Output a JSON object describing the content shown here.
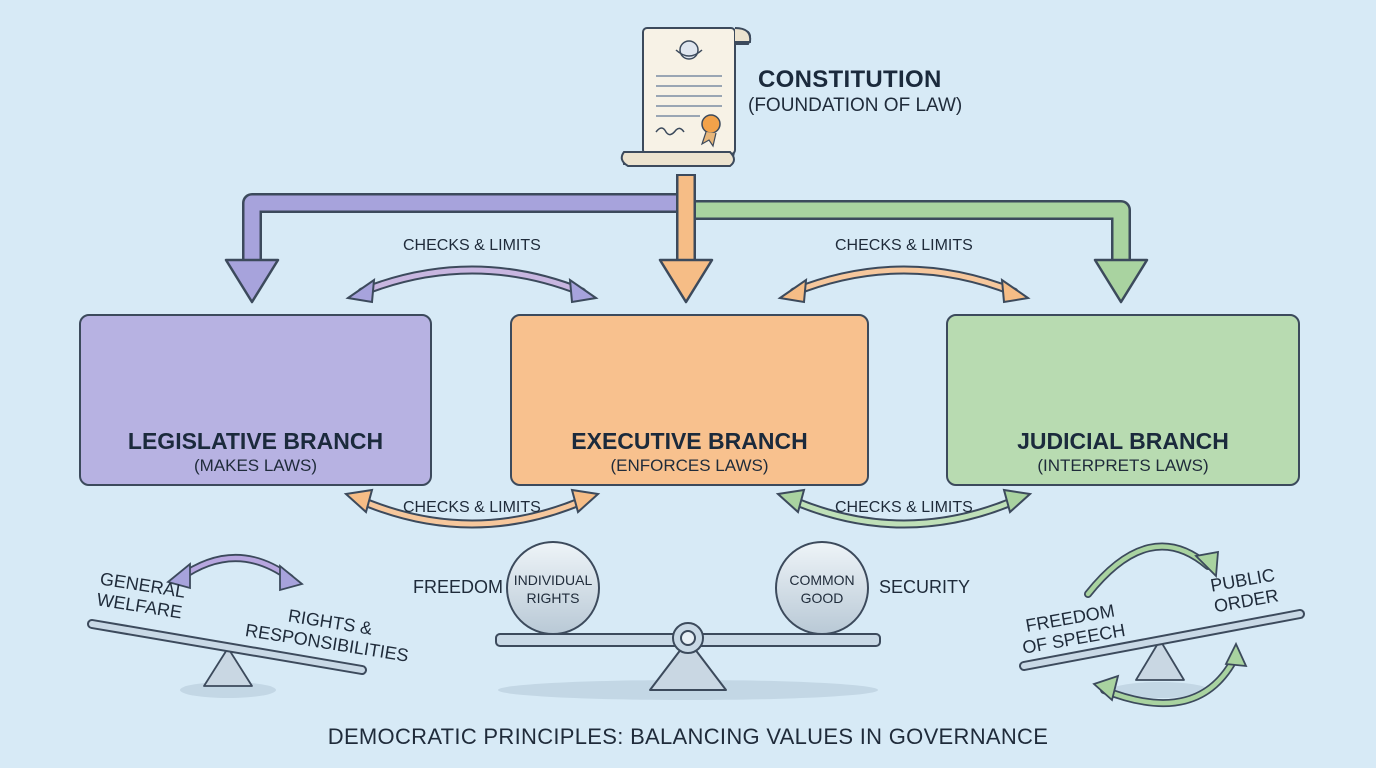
{
  "constitution": {
    "title": "CONSTITUTION",
    "subtitle": "(FOUNDATION OF LAW)"
  },
  "checks": {
    "top_left": "CHECKS & LIMITS",
    "top_right": "CHECKS & LIMITS",
    "bottom_left": "CHECKS & LIMITS",
    "bottom_right": "CHECKS & LIMITS"
  },
  "branches": {
    "legislative": {
      "title": "LEGISLATIVE BRANCH",
      "subtitle": "(MAKES LAWS)",
      "color": "#b7b2e2"
    },
    "executive": {
      "title": "EXECUTIVE BRANCH",
      "subtitle": "(ENFORCES LAWS)",
      "color": "#f8c18e"
    },
    "judicial": {
      "title": "JUDICIAL BRANCH",
      "subtitle": "(INTERPRETS LAWS)",
      "color": "#b8dbb1"
    }
  },
  "balances": {
    "left": {
      "a_line1": "GENERAL",
      "a_line2": "WELFARE",
      "b_line1": "RIGHTS &",
      "b_line2": "RESPONSIBILITIES"
    },
    "center": {
      "left_label": "FREEDOM",
      "ball_left_line1": "INDIVIDUAL",
      "ball_left_line2": "RIGHTS",
      "ball_right_line1": "COMMON",
      "ball_right_line2": "GOOD",
      "right_label": "SECURITY"
    },
    "right": {
      "a_line1": "FREEDOM",
      "a_line2": "OF SPEECH",
      "b_line1": "PUBLIC",
      "b_line2": "ORDER"
    }
  },
  "footer": "DEMOCRATIC PRINCIPLES: BALANCING VALUES IN GOVERNANCE",
  "icons": [
    "constitution-scroll-icon",
    "capitol-icon",
    "gavel-icon",
    "white-house-icon",
    "shield-icon",
    "supreme-court-icon",
    "scales-icon"
  ]
}
